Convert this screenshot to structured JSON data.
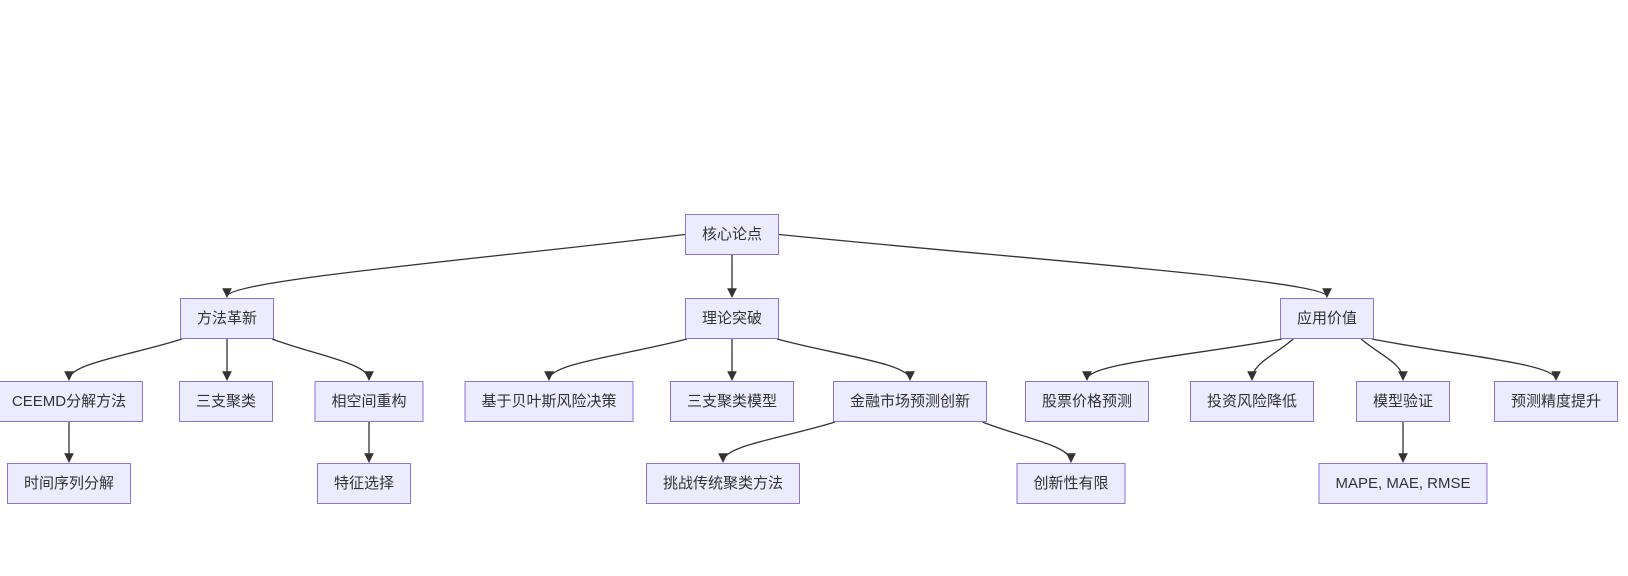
{
  "diagram": {
    "type": "flowchart-top-down",
    "colors": {
      "background": "#ffffff",
      "node_fill": "#ECECFF",
      "node_border": "#9370DB",
      "node_text": "#333333",
      "edge_color": "#333333"
    },
    "nodes": {
      "root": {
        "label": "核心论点"
      },
      "method": {
        "label": "方法革新"
      },
      "theory": {
        "label": "理论突破"
      },
      "application": {
        "label": "应用价值"
      },
      "ceemd": {
        "label": "CEEMD分解方法"
      },
      "three_way": {
        "label": "三支聚类"
      },
      "phase_space": {
        "label": "相空间重构"
      },
      "bayes": {
        "label": "基于贝叶斯风险决策"
      },
      "three_way_model": {
        "label": "三支聚类模型"
      },
      "finance": {
        "label": "金融市场预测创新"
      },
      "stock": {
        "label": "股票价格预测"
      },
      "risk": {
        "label": "投资风险降低"
      },
      "validation": {
        "label": "模型验证"
      },
      "precision": {
        "label": "预测精度提升"
      },
      "time_series": {
        "label": "时间序列分解"
      },
      "feature": {
        "label": "特征选择"
      },
      "challenge": {
        "label": "挑战传统聚类方法"
      },
      "innovation_limited": {
        "label": "创新性有限"
      },
      "metrics": {
        "label": "MAPE, MAE, RMSE"
      }
    },
    "edges": [
      {
        "from": "root",
        "to": "method"
      },
      {
        "from": "root",
        "to": "theory"
      },
      {
        "from": "root",
        "to": "application"
      },
      {
        "from": "method",
        "to": "ceemd"
      },
      {
        "from": "method",
        "to": "three_way"
      },
      {
        "from": "method",
        "to": "phase_space"
      },
      {
        "from": "theory",
        "to": "bayes"
      },
      {
        "from": "theory",
        "to": "three_way_model"
      },
      {
        "from": "theory",
        "to": "finance"
      },
      {
        "from": "application",
        "to": "stock"
      },
      {
        "from": "application",
        "to": "risk"
      },
      {
        "from": "application",
        "to": "validation"
      },
      {
        "from": "application",
        "to": "precision"
      },
      {
        "from": "ceemd",
        "to": "time_series"
      },
      {
        "from": "phase_space",
        "to": "feature"
      },
      {
        "from": "finance",
        "to": "challenge"
      },
      {
        "from": "finance",
        "to": "innovation_limited"
      },
      {
        "from": "validation",
        "to": "metrics"
      }
    ]
  }
}
